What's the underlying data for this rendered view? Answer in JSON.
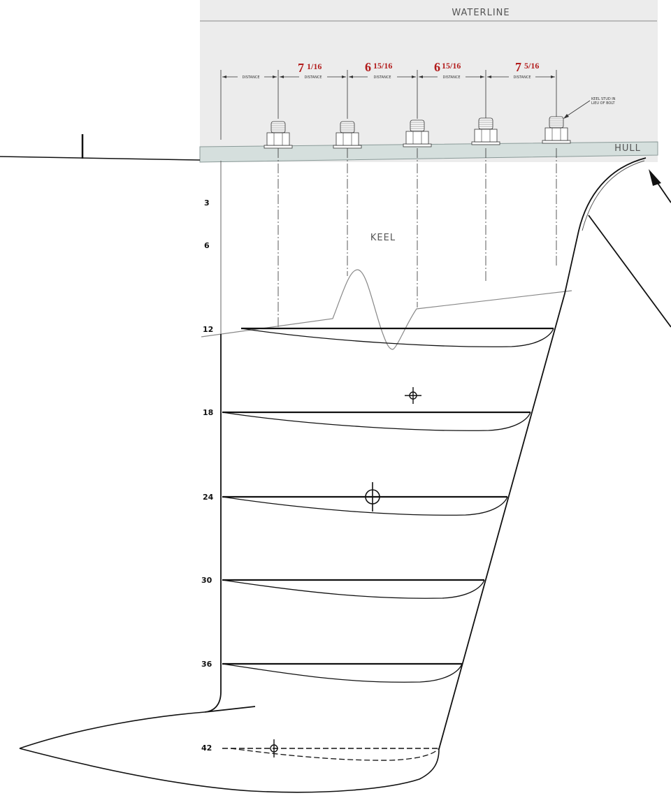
{
  "labels": {
    "waterline": "WATERLINE",
    "hull": "HULL",
    "keel": "KEEL",
    "keel_stud_note_1": "KEEL STUD IN",
    "keel_stud_note_2": "LIEU OF BOLT",
    "distance": "DISTANCE"
  },
  "measurements": [
    {
      "whole": "7",
      "frac": "1/16"
    },
    {
      "whole": "6",
      "frac": "15/16"
    },
    {
      "whole": "6",
      "frac": "15/16"
    },
    {
      "whole": "7",
      "frac": "5/16"
    }
  ],
  "depth_marks": [
    "3",
    "6",
    "12",
    "18",
    "24",
    "30",
    "36",
    "42"
  ],
  "colors": {
    "measure": "#b21a1a",
    "panel": "#ececec",
    "hull_band": "#d5dfdd",
    "line": "#111111"
  }
}
